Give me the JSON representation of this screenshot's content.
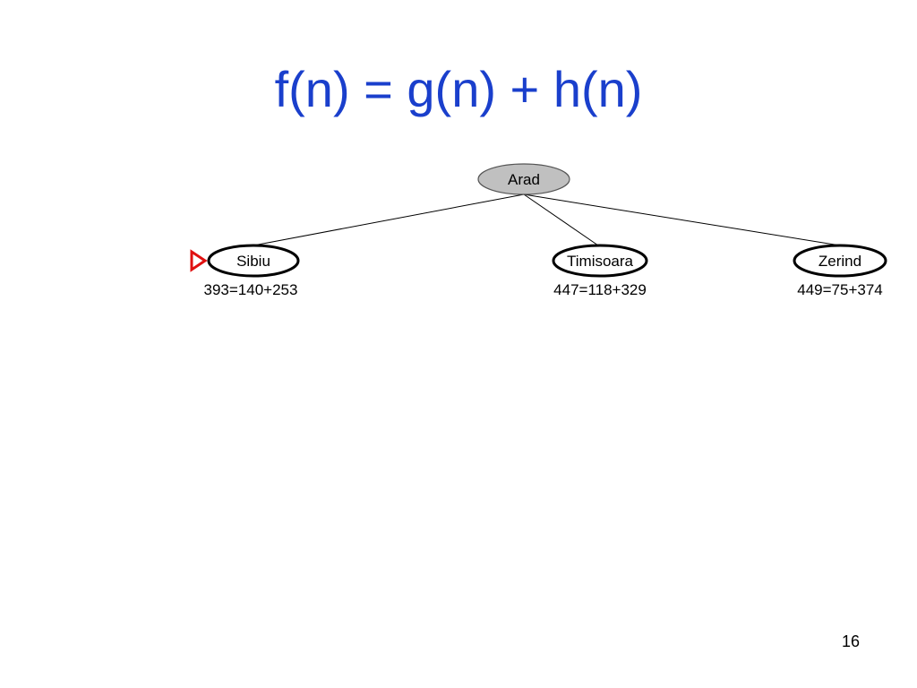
{
  "slide": {
    "title": "f(n) = g(n) + h(n)",
    "page_number": "16"
  },
  "tree": {
    "root": {
      "label": "Arad",
      "state": "expanded",
      "fill": "#c0c0c0"
    },
    "children": [
      {
        "id": "sibiu",
        "label": "Sibiu",
        "cost": "393=140+253",
        "selected": true
      },
      {
        "id": "timisoara",
        "label": "Timisoara",
        "cost": "447=118+329",
        "selected": false
      },
      {
        "id": "zerind",
        "label": "Zerind",
        "cost": "449=75+374",
        "selected": false
      }
    ]
  },
  "colors": {
    "title": "#1a3fcc",
    "root_fill": "#c0c0c0",
    "selection_marker": "#e01010",
    "edge": "#000000"
  },
  "icons": {
    "selection_marker": "red-triangle-pointer-icon"
  }
}
